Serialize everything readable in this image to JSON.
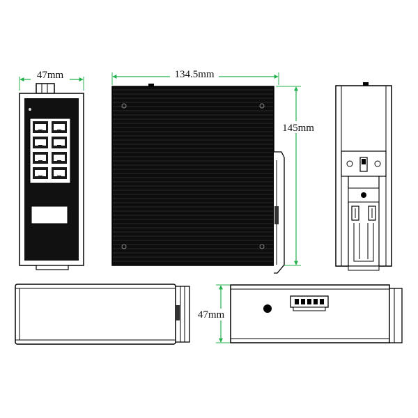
{
  "dimensions": {
    "front_width": "47mm",
    "side_width": "134.5mm",
    "side_height": "145mm",
    "bottom_height": "47mm"
  },
  "colors": {
    "dimension_line": "#22b14c",
    "body": "#111111",
    "outline": "#000000",
    "port": "#ffffff",
    "background": "#ffffff"
  },
  "ports": {
    "count": 8
  }
}
